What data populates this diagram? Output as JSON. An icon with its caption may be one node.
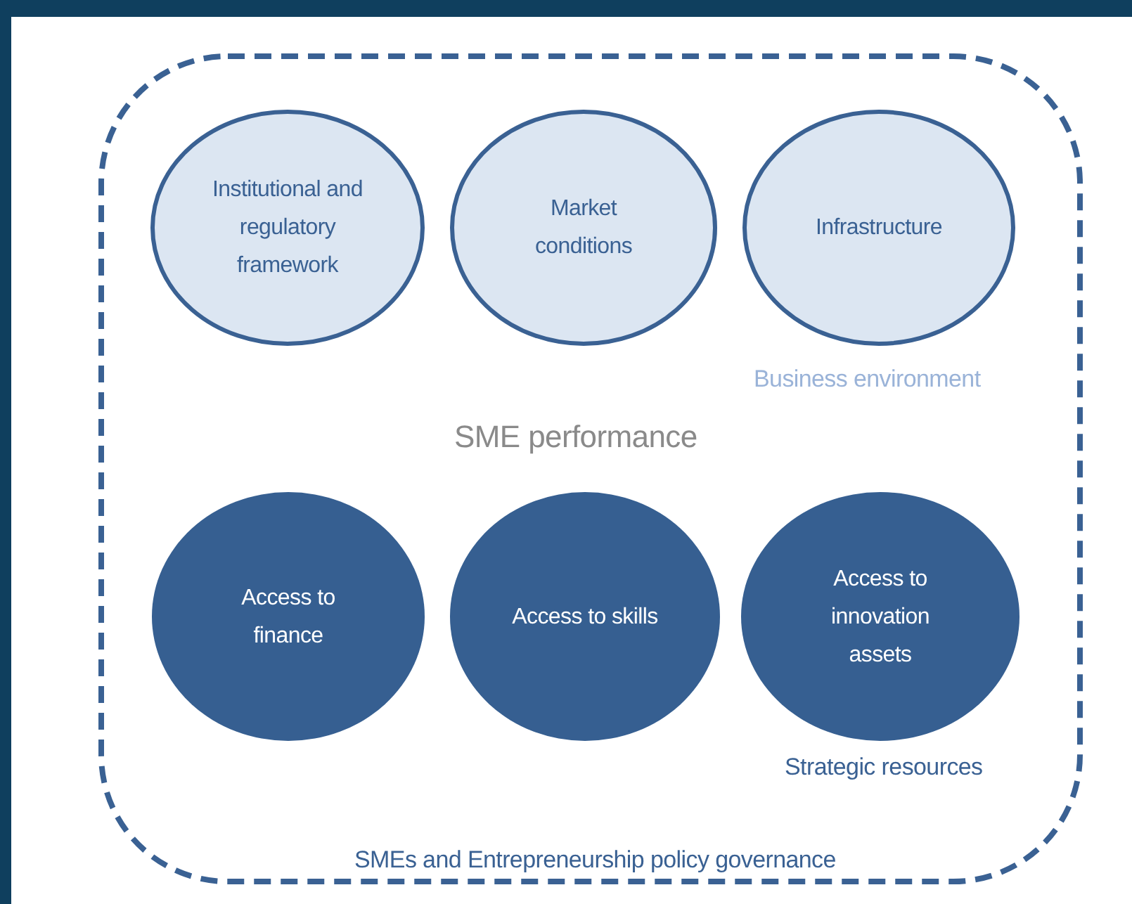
{
  "diagram": {
    "nodes": [
      {
        "text": [
          "SMEs and Entrepreneurship policy governance"
        ]
      },
      {
        "text": [
          "Institutional and regulatory framework"
        ],
        "in": 0
      },
      {
        "text": [
          "Market conditions"
        ],
        "in": 0
      },
      {
        "text": [
          "Infrastructure"
        ],
        "in": 0
      },
      {
        "text": [
          "Access to finance"
        ],
        "in": 0
      },
      {
        "text": [
          "Access to skills"
        ],
        "in": 0
      },
      {
        "text": [
          "Access to innovation assets"
        ],
        "in": 0
      }
    ],
    "edges": [],
    "labels": [
      "Business environment",
      "SME performance",
      "Strategic resources"
    ]
  }
}
